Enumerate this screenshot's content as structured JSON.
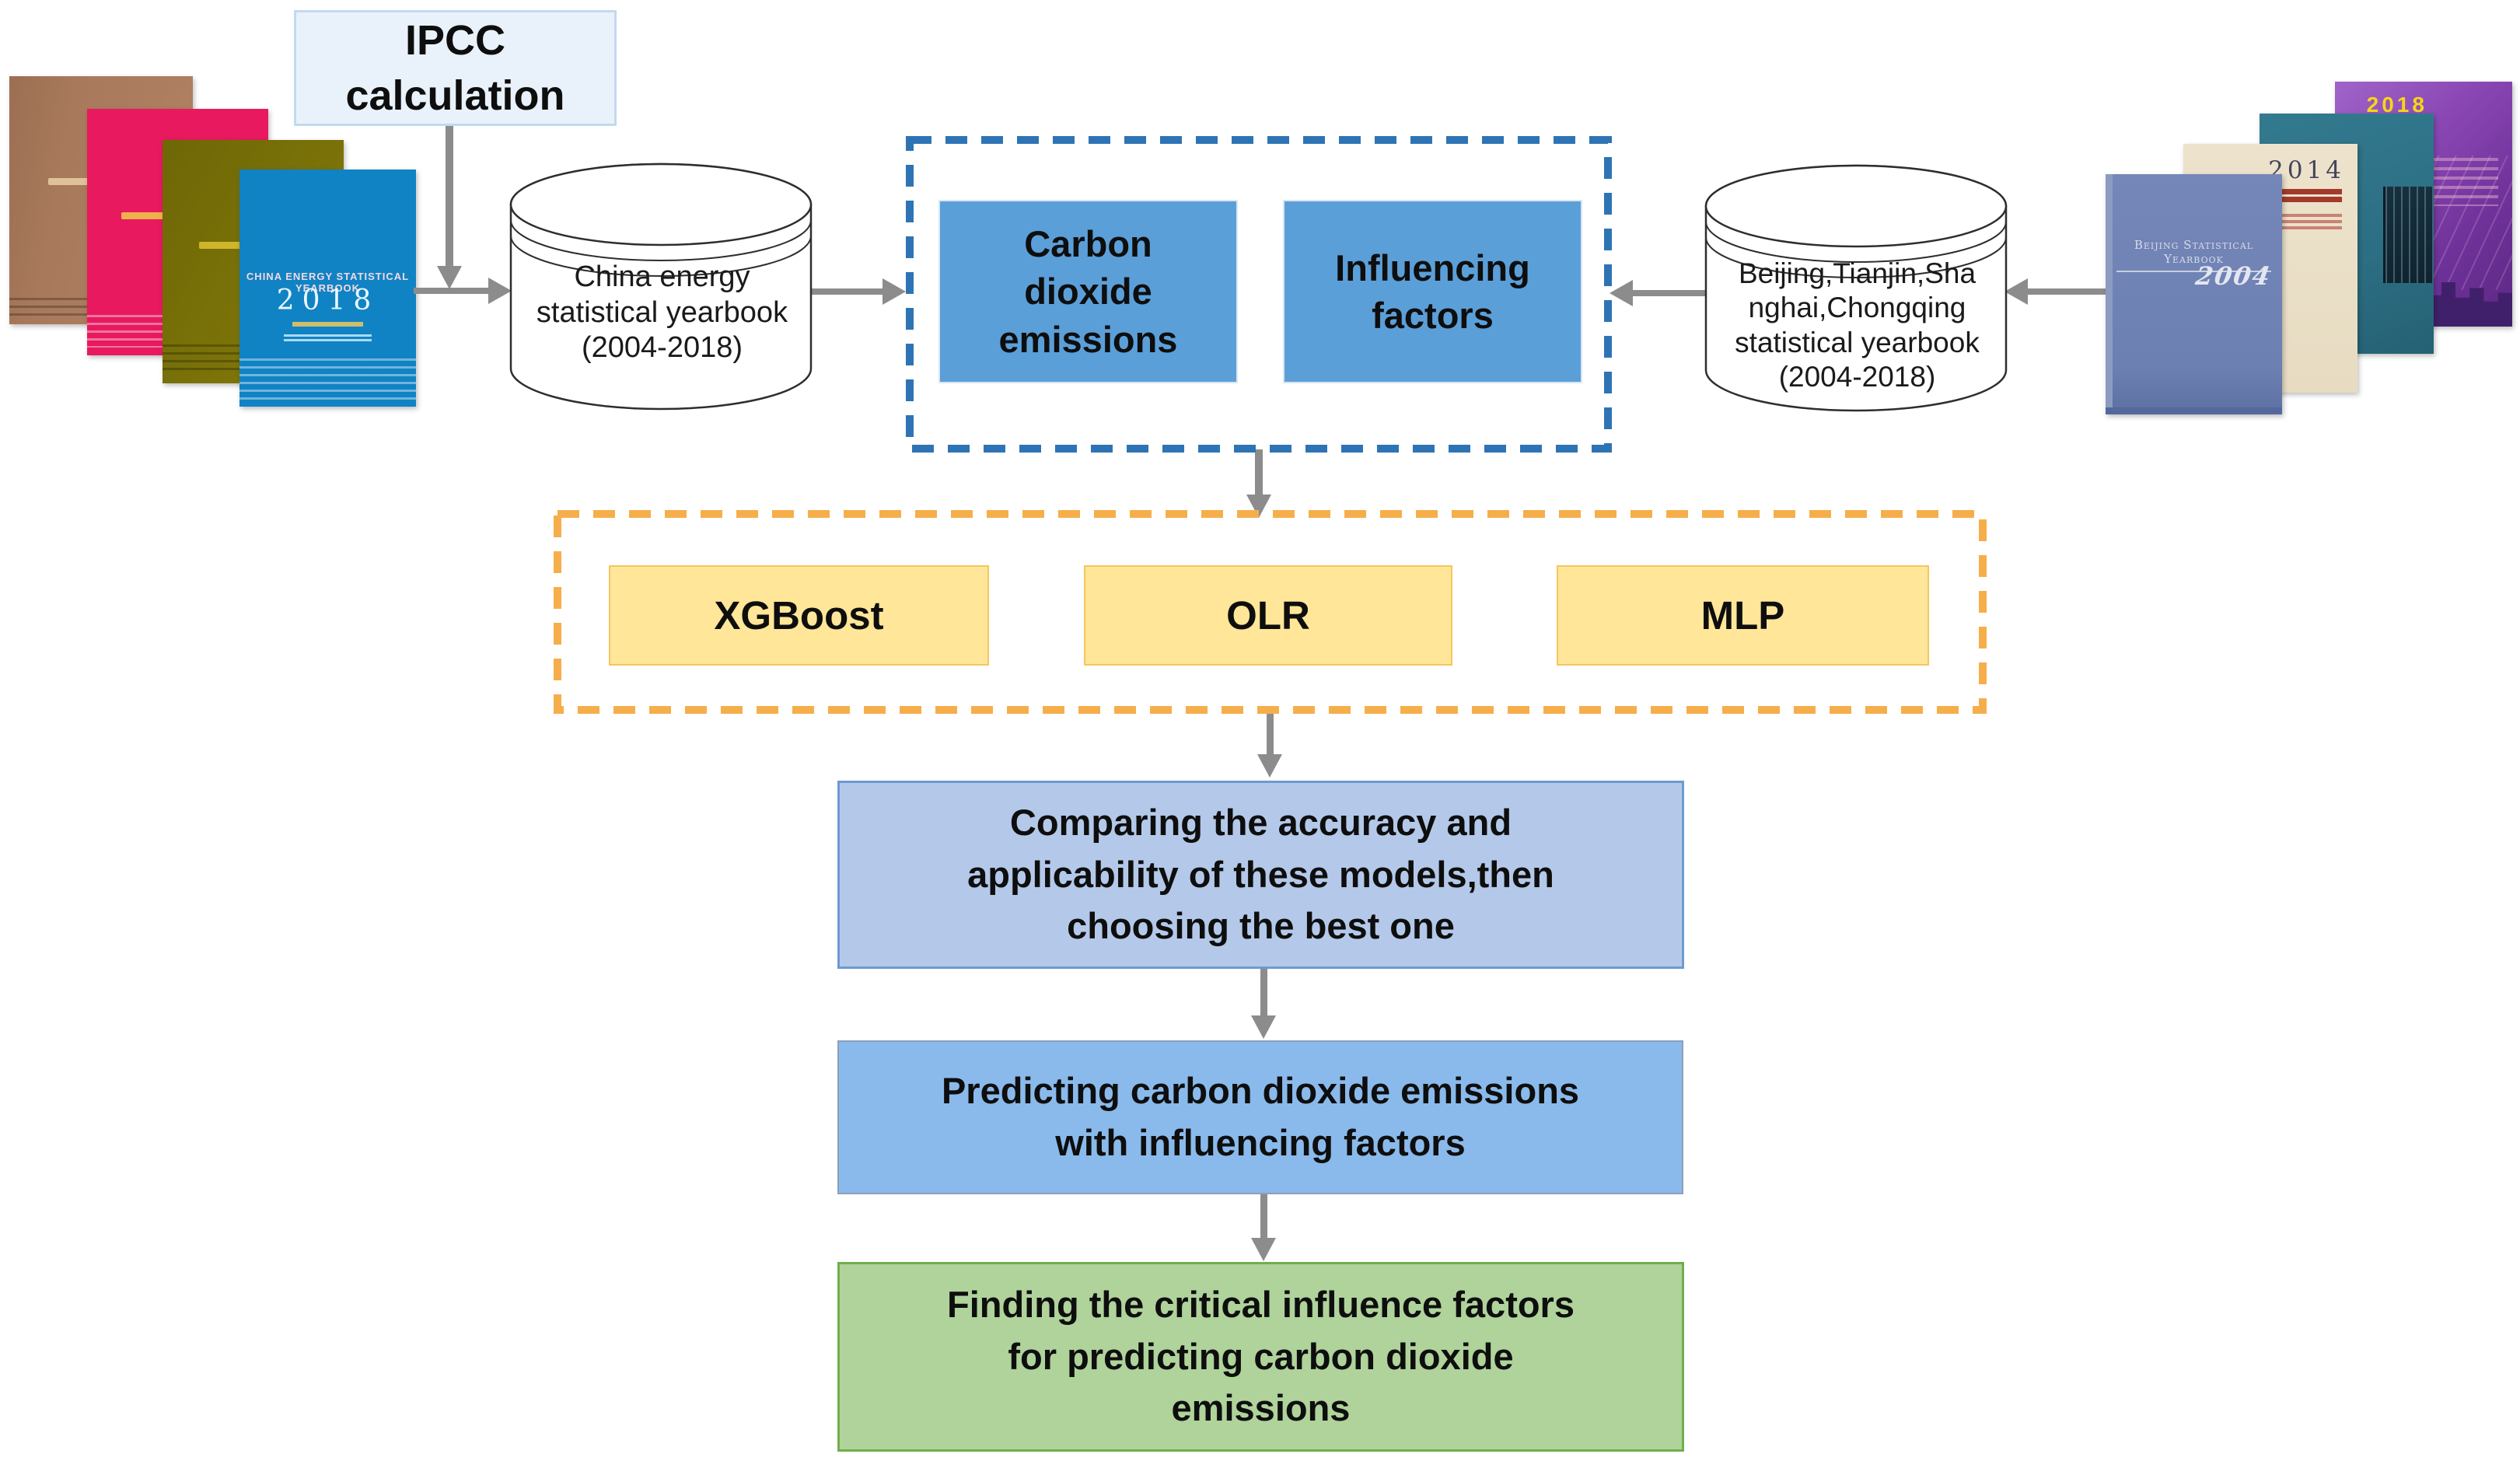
{
  "palette": {
    "flow_arrow": "#8C8C8C",
    "dashed_frame_blue": "#2E74B5",
    "dashed_frame_yellow": "#F6AE4B",
    "data_box_blue": "#5B9FD9",
    "model_box_yellow": "#FFE699",
    "compare_box_blue": "#B4C9E9",
    "predict_box_blue": "#8ABAEB",
    "find_box_green": "#AFD39B",
    "ipcc_box_blue": "#E9F2FB"
  },
  "ipcc_box": {
    "lines": [
      "IPCC",
      "calculation"
    ]
  },
  "left_books": {
    "front_title": "CHINA ENERGY STATISTICAL YEARBOOK",
    "front_year": "2018"
  },
  "left_database": {
    "lines": [
      "China energy",
      "statistical yearbook",
      "(2004-2018)"
    ]
  },
  "data_group": {
    "co2": [
      "Carbon",
      "dioxide",
      "emissions"
    ],
    "factors": [
      "Influencing",
      "factors"
    ]
  },
  "right_database": {
    "lines": [
      "Beijing,Tianjin,Sha",
      "nghai,Chongqing",
      "statistical yearbook",
      "(2004-2018)"
    ]
  },
  "right_books": {
    "book_2004_title": "Beijing Statistical Yearbook",
    "book_2004_year": "2004",
    "book_2014_year": "2014",
    "book_2018_year": "2018"
  },
  "models": {
    "xgboost": "XGBoost",
    "olr": "OLR",
    "mlp": "MLP"
  },
  "steps": {
    "compare": [
      "Comparing the accuracy and",
      "applicability of these models,then",
      "choosing the best one"
    ],
    "predict": [
      "Predicting carbon dioxide emissions",
      "with influencing factors"
    ],
    "find": [
      "Finding the critical influence factors",
      "for predicting carbon dioxide",
      "emissions"
    ]
  }
}
